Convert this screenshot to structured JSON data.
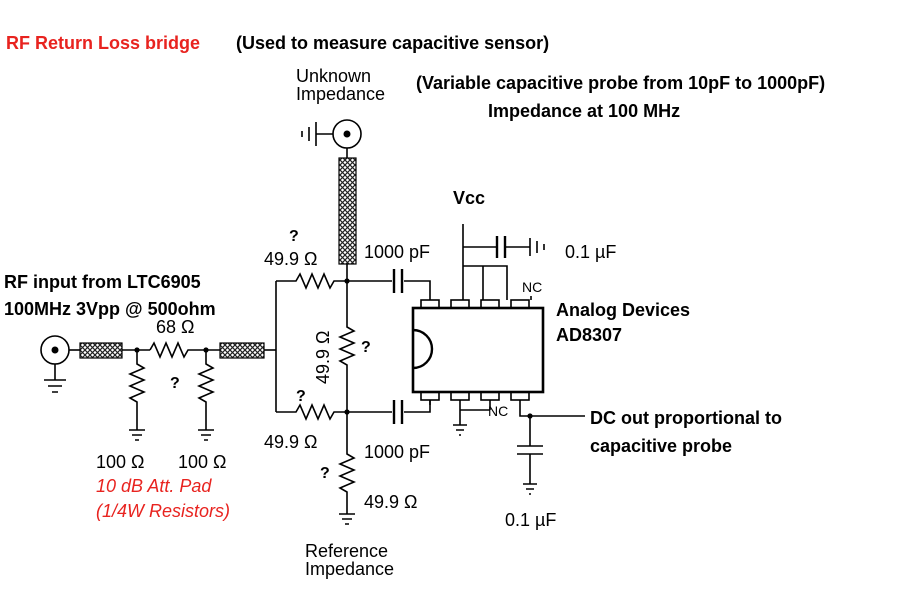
{
  "title": "RF Return Loss bridge",
  "subtitle": "(Used to measure capacitive sensor)",
  "unknown_label": [
    "Unknown",
    "Impedance"
  ],
  "probe_note": "(Variable capacitive probe from 10pF to 1000pF)",
  "probe_impedance_note": "Impedance at 100 MHz",
  "vcc": "Vcc",
  "rf_input_line1": "RF input from LTC6905",
  "rf_input_line2": "100MHz 3Vpp @ 500ohm",
  "r_68": "68 Ω",
  "r_100_left": "100 Ω",
  "r_100_right": "100 Ω",
  "pad_line1": "10 dB Att. Pad",
  "pad_line2": "(1/4W Resistors)",
  "r_top": "49.9 Ω",
  "r_mid_vertical": "49.9 Ω",
  "r_bottom": "49.9 Ω",
  "r_ref": "49.9 Ω",
  "cap_top": "1000 pF",
  "cap_bottom": "1000 pF",
  "cap_vcc": "0.1 µF",
  "cap_out": "0.1 µF",
  "nc_top": "NC",
  "nc_bottom": "NC",
  "chip_vendor": "Analog Devices",
  "chip_part": "AD8307",
  "dc_out_line1": "DC out proportional to",
  "dc_out_line2": "capacitive probe",
  "ref_label": [
    "Reference",
    "Impedance"
  ],
  "question_mark": "?",
  "colors": {
    "accent_red": "#e8231f",
    "ink": "#000000",
    "cable_fill": "#444444"
  }
}
